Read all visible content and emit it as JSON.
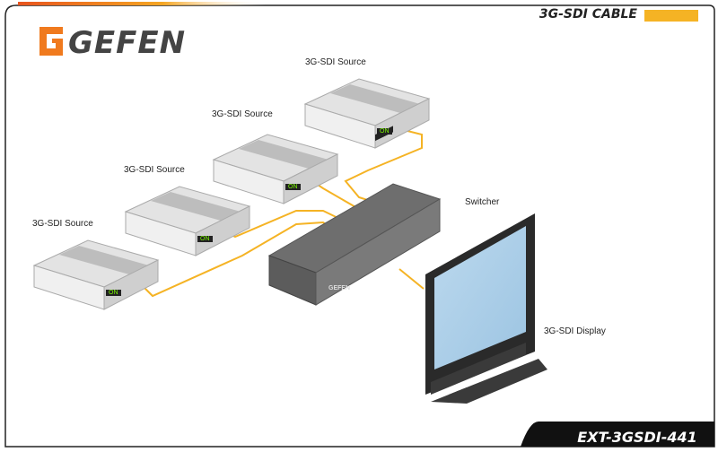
{
  "header": {
    "brand_name": "GEFEN",
    "legend_label": "3G-SDI CABLE",
    "legend_color": "#f5b324",
    "brand_color": "#f07a1e"
  },
  "diagram": {
    "sources": [
      {
        "label": "3G-SDI Source",
        "display": "ON"
      },
      {
        "label": "3G-SDI Source",
        "display": "ON"
      },
      {
        "label": "3G-SDI Source",
        "display": "ON"
      },
      {
        "label": "3G-SDI Source",
        "display": "ON"
      }
    ],
    "switcher_label": "Switcher",
    "switcher_badge": "GEFEN",
    "display_label": "3G-SDI Display"
  },
  "footer": {
    "model_number": "EXT-3GSDI-441"
  }
}
